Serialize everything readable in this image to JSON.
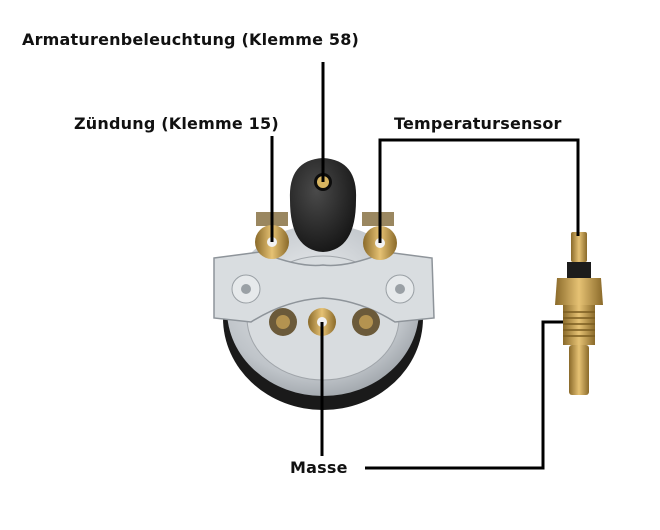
{
  "labels": {
    "armaturen": "Armaturenbeleuchtung (Klemme 58)",
    "zuendung": "Zündung (Klemme 15)",
    "temperatur": "Temperatursensor",
    "masse": "Masse"
  },
  "colors": {
    "wire": "#000000",
    "brass": "#c9a04a",
    "steel": "#c8ccd0",
    "rubber": "#2a2a2a"
  }
}
